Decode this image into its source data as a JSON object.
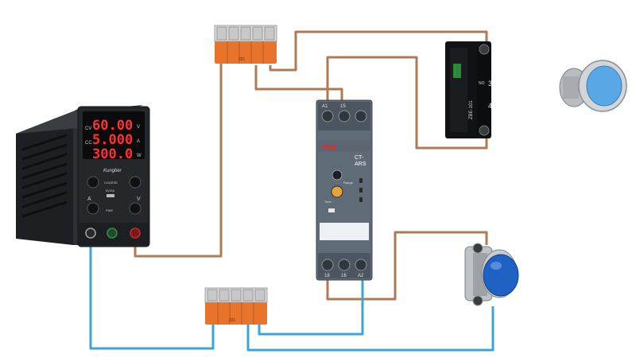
{
  "colors": {
    "brown_wire": "#b07a54",
    "blue_wire": "#3aa6d8",
    "terminal_orange": "#e8742c",
    "relay_body": "#5f6b76",
    "psu_body": "#25282b",
    "display_red": "#ff3030",
    "button_blue": "#1f62c4",
    "button_light_blue": "#5aa7e6"
  },
  "power_supply": {
    "brand": "Kungber",
    "display": [
      {
        "prefix": "CV",
        "value": "60.00",
        "unit": "V"
      },
      {
        "prefix": "CC",
        "value": "5.000",
        "unit": "A"
      },
      {
        "prefix": "",
        "value": "300.0",
        "unit": "W"
      }
    ],
    "left_knob_label": "A",
    "right_knob_label": "V",
    "coarse_label": "COARSE",
    "usb_label": "5V/2A",
    "fine_label": "FINE",
    "icons": [
      "knob-icon",
      "usb-port-icon",
      "terminal-icon"
    ]
  },
  "relay": {
    "brand": "ABB",
    "model_line1": "CT-",
    "model_line2": "ARS",
    "top_terminals": [
      "A1",
      "15"
    ],
    "bottom_terminals": [
      "18",
      "16",
      "A2"
    ],
    "range_label": "Range",
    "time_label": "Time"
  },
  "contact_block": {
    "side_text": "ZBE-101",
    "terminal_top": "3",
    "terminal_bottom": "4",
    "no_label": "NO"
  },
  "wago_top": {
    "label": "221"
  },
  "wago_bottom": {
    "label": "221"
  }
}
